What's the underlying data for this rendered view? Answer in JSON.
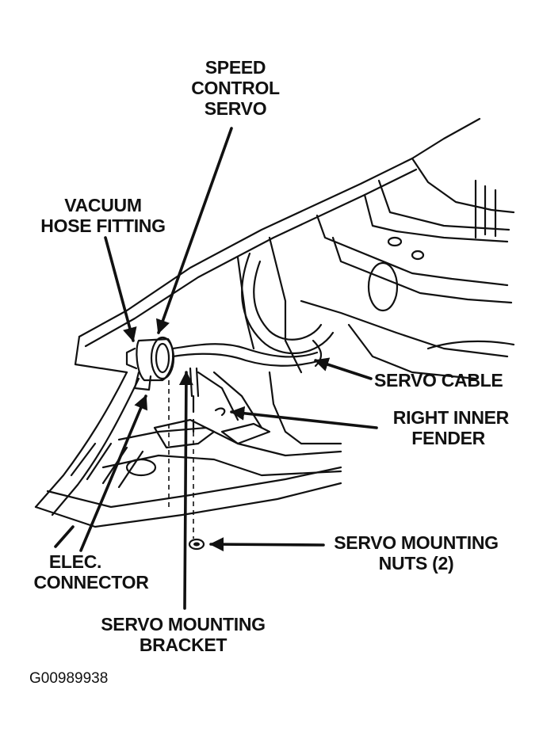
{
  "labels": {
    "speed_control_servo": [
      "SPEED",
      "CONTROL",
      "SERVO"
    ],
    "vacuum_hose_fitting": [
      "VACUUM",
      "HOSE FITTING"
    ],
    "servo_cable": [
      "SERVO CABLE"
    ],
    "right_inner_fender": [
      "RIGHT INNER",
      "FENDER"
    ],
    "servo_mounting_nuts": [
      "SERVO MOUNTING",
      "NUTS (2)"
    ],
    "elec_connector": [
      "ELEC.",
      "CONNECTOR"
    ],
    "servo_mounting_bracket": [
      "SERVO MOUNTING",
      "BRACKET"
    ]
  },
  "figure_id": "G00989938",
  "colors": {
    "ink": "#111111",
    "paper": "#ffffff"
  }
}
